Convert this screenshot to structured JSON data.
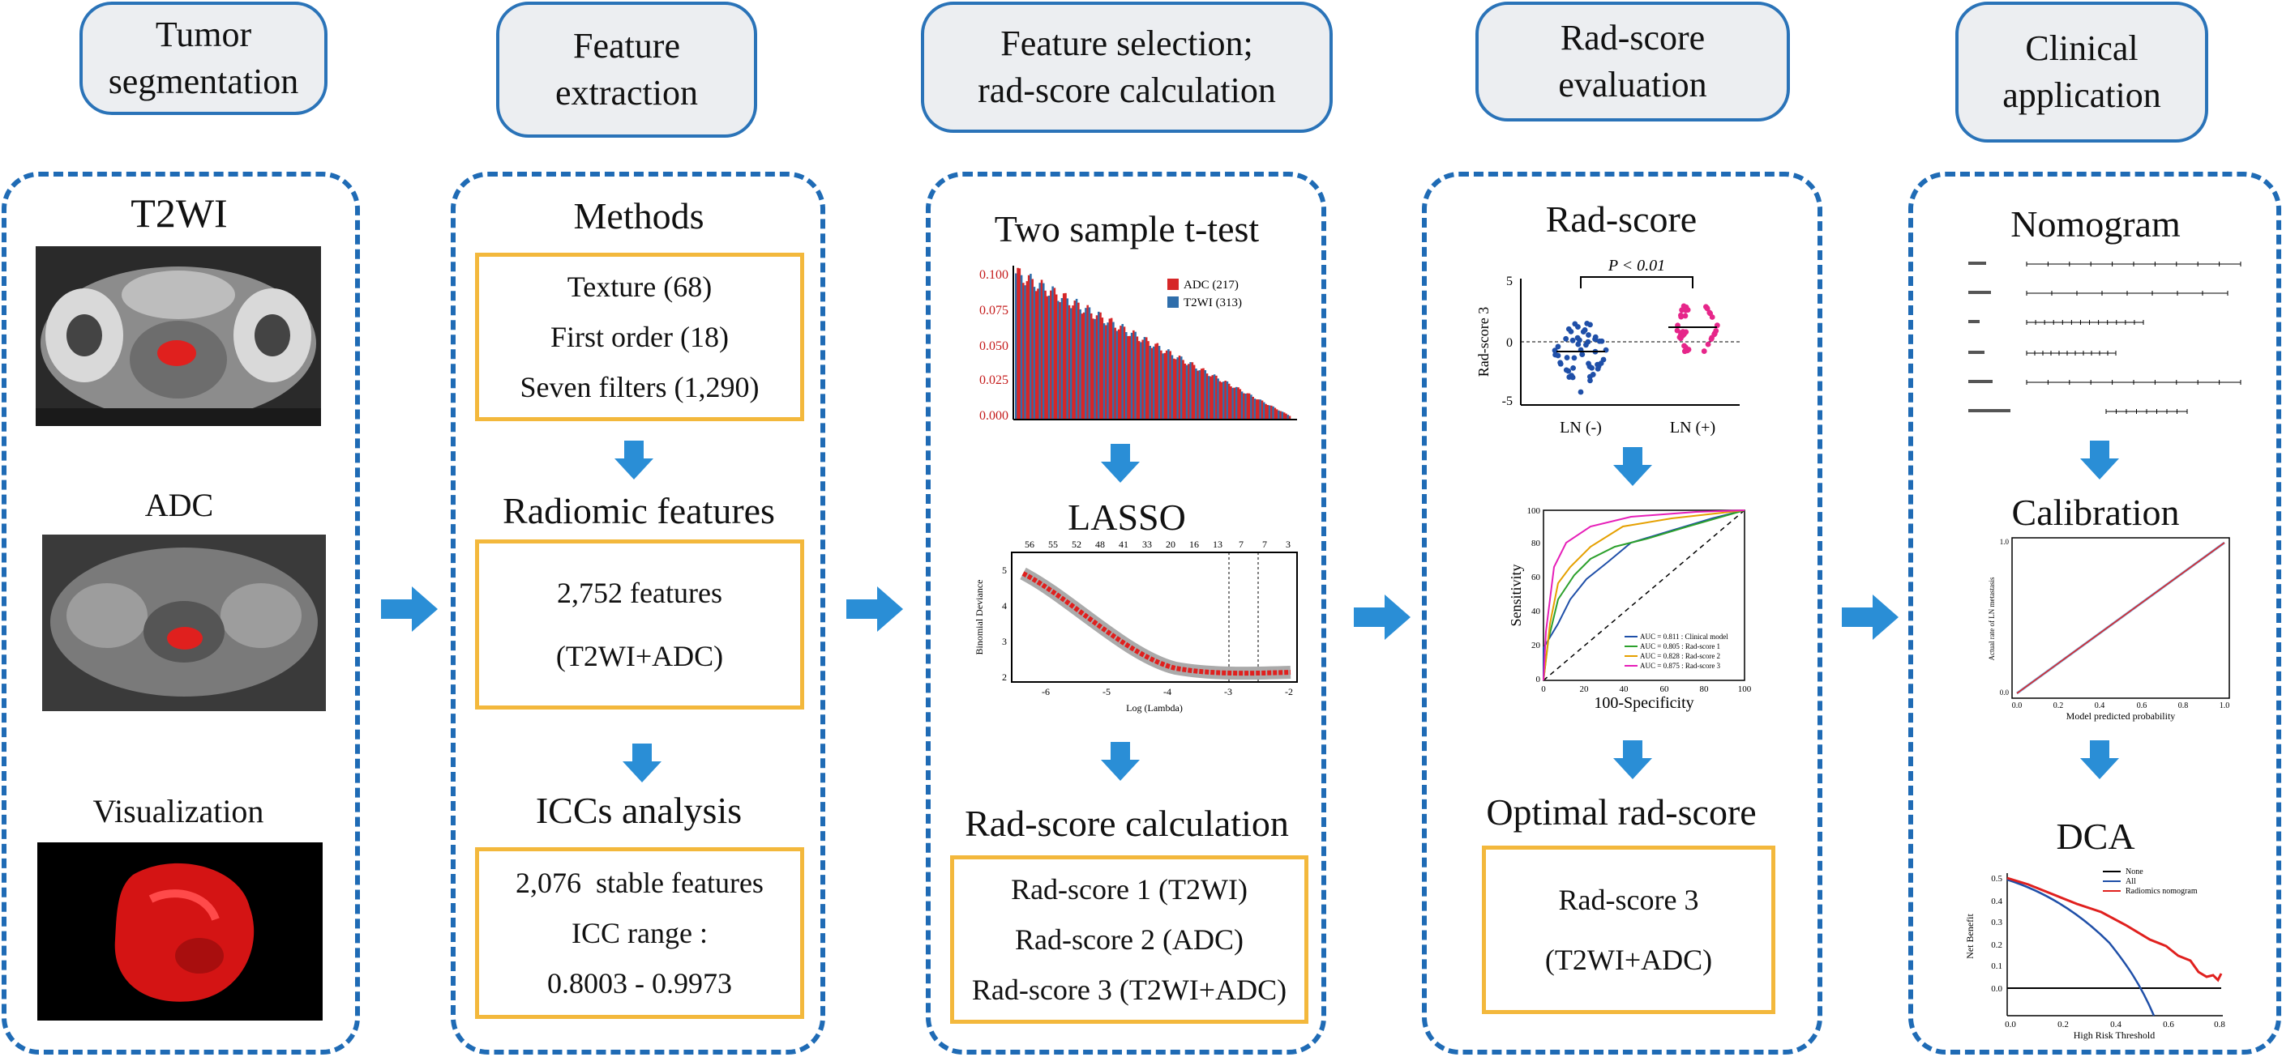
{
  "columns": [
    {
      "header": [
        "Tumor",
        "segmentation"
      ]
    },
    {
      "header": [
        "Feature",
        "extraction"
      ]
    },
    {
      "header": [
        "Feature selection;",
        "rad-score calculation"
      ]
    },
    {
      "header": [
        "Rad-score",
        "evaluation"
      ]
    },
    {
      "header": [
        "Clinical",
        "application"
      ]
    }
  ],
  "seg": {
    "t2wi": "T2WI",
    "adc": "ADC",
    "vis": "Visualization"
  },
  "extraction": {
    "methods_title": "Methods",
    "methods": [
      "Texture (68)",
      "First order (18)",
      "Seven filters (1,290)"
    ],
    "radiomic_title": "Radiomic features",
    "radiomic": [
      "2,752 features",
      "(T2WI+ADC)"
    ],
    "icc_title": "ICCs analysis",
    "icc": [
      "2,076  stable features",
      "ICC range :",
      "0.8003 - 0.9973"
    ]
  },
  "selection": {
    "ttest_title": "Two sample t-test",
    "ttest_legend": [
      "ADC (217)",
      "T2WI (313)"
    ],
    "ttest_yticks": [
      "0.100",
      "0.075",
      "0.050",
      "0.025",
      "0.000"
    ],
    "lasso_title": "LASSO",
    "lasso_top": [
      "56",
      "55",
      "52",
      "48",
      "41",
      "33",
      "20",
      "16",
      "13",
      "7",
      "7",
      "3"
    ],
    "lasso_xlabel": "Log (Lambda)",
    "lasso_ylabel": "Binomial Deviance",
    "lasso_xticks": [
      "-6",
      "-5",
      "-4",
      "-3",
      "-2"
    ],
    "lasso_yticks": [
      "5",
      "4",
      "3",
      "2"
    ],
    "calc_title": "Rad-score calculation",
    "calc": [
      "Rad-score 1 (T2WI)",
      "Rad-score 2 (ADC)",
      "Rad-score 3 (T2WI+ADC)"
    ]
  },
  "evaluation": {
    "rad_title": "Rad-score",
    "rad_ylabel": "Rad-score 3",
    "rad_p": "P < 0.01",
    "rad_groups": [
      "LN (-)",
      "LN (+)"
    ],
    "rad_yticks": [
      "5",
      "0",
      "-5"
    ],
    "roc_ylabel": "Sensitivity",
    "roc_xlabel": "100-Specificity",
    "roc_ticks": [
      "0",
      "20",
      "40",
      "60",
      "80",
      "100"
    ],
    "roc_legend": [
      "AUC = 0.811 : Clinical model",
      "AUC = 0.805 : Rad-score 1",
      "AUC = 0.828 : Rad-score 2",
      "AUC = 0.875 : Rad-score 3"
    ],
    "opt_title": "Optimal rad-score",
    "opt": [
      "Rad-score 3",
      "(T2WI+ADC)"
    ]
  },
  "clinical": {
    "nomo_title": "Nomogram",
    "calib_title": "Calibration",
    "calib_xlabel": "Model predicted probability",
    "calib_ylabel": "Actual rate of LN metastasis",
    "calib_ticks": [
      "0.0",
      "0.2",
      "0.4",
      "0.6",
      "0.8",
      "1.0"
    ],
    "dca_title": "DCA",
    "dca_ylabel": "Net Benefit",
    "dca_xlabel": "High Risk Threshold",
    "dca_legend": [
      "None",
      "All",
      "Radiomics nomogram"
    ],
    "dca_xticks": [
      "0.0",
      "0.2",
      "0.4",
      "0.6",
      "0.8"
    ],
    "dca_yticks": [
      "0.5",
      "0.4",
      "0.3",
      "0.2",
      "0.1",
      "0.0"
    ]
  },
  "colors": {
    "accent_blue": "#1f6bb5",
    "box_yellow": "#f3b83c",
    "arrow_blue": "#2a8ed6",
    "lesion_red": "#e0201e"
  }
}
